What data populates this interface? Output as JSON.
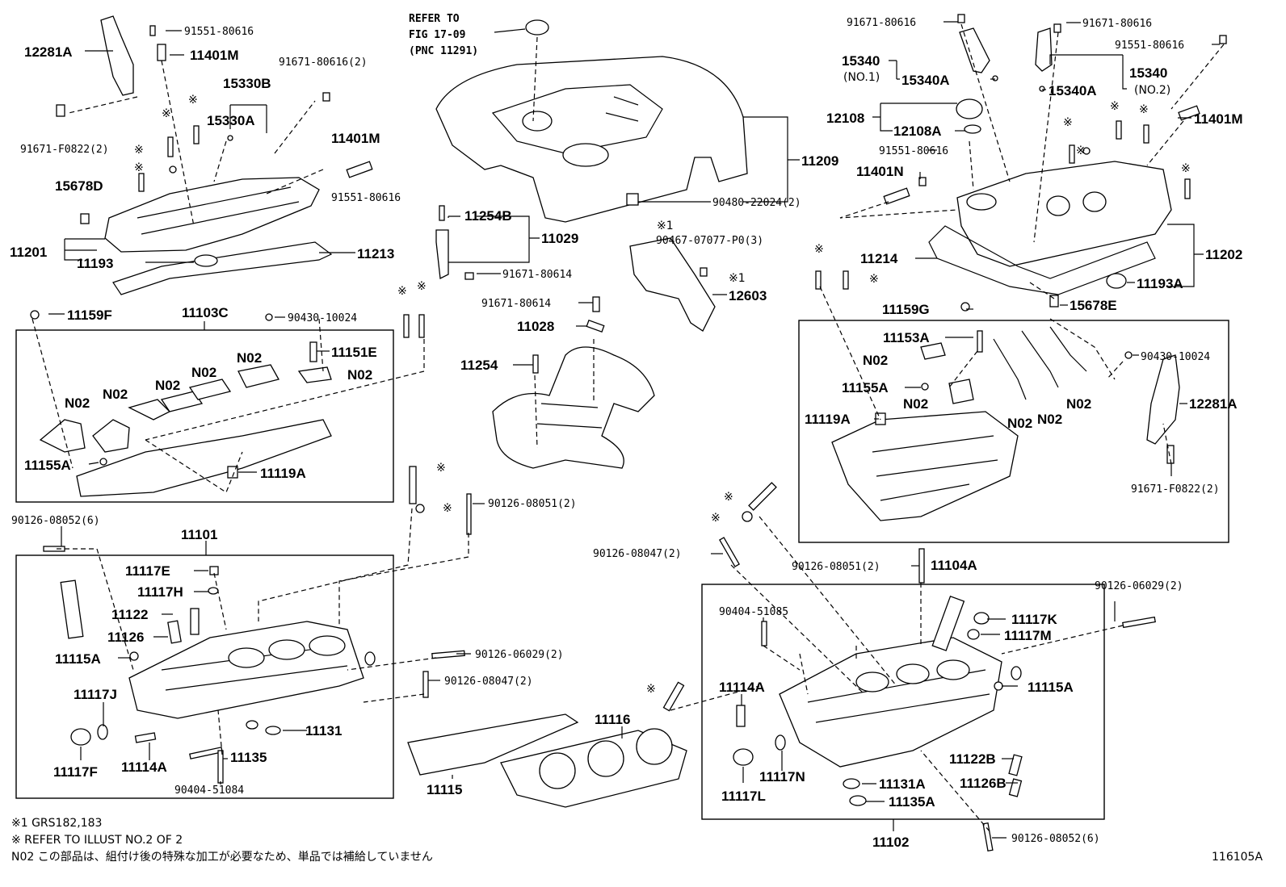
{
  "refer_note": {
    "line1": "REFER TO",
    "line2": "FIG 17-09",
    "line3": "(PNC 11291)"
  },
  "labels": {
    "l12281A_top": "12281A",
    "l91551_80616_a": "91551-80616",
    "l11401M_a": "11401M",
    "l91671_80616_2": "91671-80616(2)",
    "l15330B": "15330B",
    "l15330A": "15330A",
    "l91671_F0822_2a": "91671-F0822(2)",
    "l11401M_b": "11401M",
    "l15678D": "15678D",
    "l91551_80616_b": "91551-80616",
    "l11201": "11201",
    "l11193": "11193",
    "l11213": "11213",
    "l11159F": "11159F",
    "l11103C": "11103C",
    "l90430_10024_a": "90430-10024",
    "l11151E": "11151E",
    "l11155A_a": "11155A",
    "l11119A_a": "11119A",
    "l11209": "11209",
    "l90480_22024_2": "90480-22024(2)",
    "l11254B": "11254B",
    "l11029": "11029",
    "l91671_80614_a": "91671-80614",
    "l90467_07077": "90467-07077-P0(3)",
    "l12603": "12603",
    "l91671_80614_b": "91671-80614",
    "l11028": "11028",
    "l11254": "11254",
    "l91671_80616_c": "91671-80616",
    "l91671_80616_d": "91671-80616",
    "l91551_80616_c": "91551-80616",
    "l15340_no1": "15340",
    "l_no1": "(NO.1)",
    "l15340A_a": "15340A",
    "l15340_no2": "15340",
    "l_no2": "(NO.2)",
    "l15340A_b": "15340A",
    "l12108": "12108",
    "l12108A": "12108A",
    "l91551_80616_d": "91551-80616",
    "l11401M_c": "11401M",
    "l11401N": "11401N",
    "l11214": "11214",
    "l11202": "11202",
    "l11193A": "11193A",
    "l11159G": "11159G",
    "l15678E": "15678E",
    "l11153A": "11153A",
    "l11155A_b": "11155A",
    "l11119A_b": "11119A",
    "l90430_10024_b": "90430-10024",
    "l12281A_right": "12281A",
    "l91671_F0822_2b": "91671-F0822(2)",
    "l90126_08052_6a": "90126-08052(6)",
    "l11101": "11101",
    "l90126_08051_2a": "90126-08051(2)",
    "l11117E": "11117E",
    "l11117H": "11117H",
    "l11122": "11122",
    "l11126": "11126",
    "l11115A_a": "11115A",
    "l11117J": "11117J",
    "l11117F": "11117F",
    "l11114A_a": "11114A",
    "l11135": "11135",
    "l11131": "11131",
    "l90404_51084": "90404-51084",
    "l90126_06029_2a": "90126-06029(2)",
    "l90126_08047_2a": "90126-08047(2)",
    "l11115": "11115",
    "l11116": "11116",
    "l90126_08047_2b": "90126-08047(2)",
    "l90126_08051_2b": "90126-08051(2)",
    "l11104A": "11104A",
    "l90126_06029_2b": "90126-06029(2)",
    "l90404_51085": "90404-51085",
    "l11117K": "11117K",
    "l11117M": "11117M",
    "l11114A_b": "11114A",
    "l11115A_b": "11115A",
    "l11122B": "11122B",
    "l11117N": "11117N",
    "l11117L": "11117L",
    "l11131A": "11131A",
    "l11126B": "11126B",
    "l11135A": "11135A",
    "l11102": "11102",
    "l90126_08052_6b": "90126-08052(6)",
    "n02": "N02",
    "ref_mark": "※",
    "ref_mark1": "※1"
  },
  "footnotes": {
    "note1": "※1 GRS182,183",
    "note2": "※ REFER TO ILLUST NO.2 OF 2",
    "note3": "N02 この部品は、組付け後の特殊な加工が必要なため、単品では補給していません"
  },
  "illustration_id": "116105A"
}
